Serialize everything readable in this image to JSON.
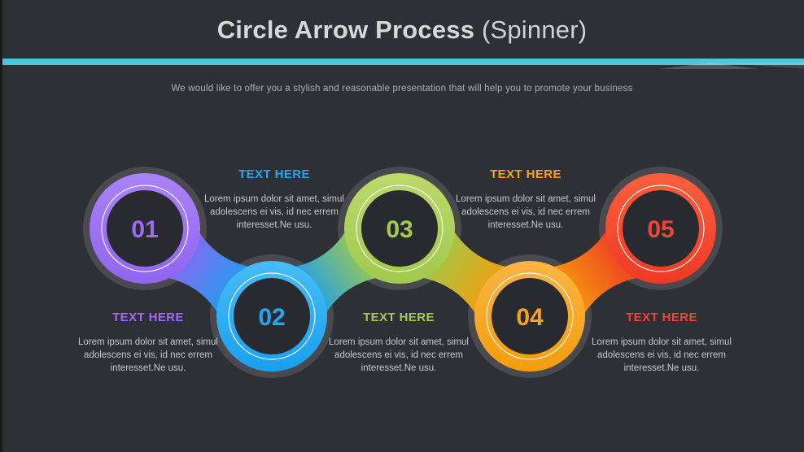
{
  "header": {
    "title_bold": "Circle Arrow Process",
    "title_light": " (Spinner)",
    "subtitle": "We would like to offer you a stylish and reasonable presentation that will help you to promote your business",
    "accent_bar_color": "#4cc7d8"
  },
  "steps": [
    {
      "number": "01",
      "label": "TEXT HERE",
      "body": "Lorem ipsum dolor sit amet, simul adolescens ei vis, id nec errem interesset.Ne usu.",
      "color": "#9065ef",
      "color_light": "#a983f9",
      "label_color": "#9b6df2",
      "position": "top"
    },
    {
      "number": "02",
      "label": "TEXT HERE",
      "body": "Lorem ipsum dolor sit amet, simul adolescens ei vis, id nec errem interesset.Ne usu.",
      "color": "#1b9fee",
      "color_light": "#47bdf6",
      "label_color": "#21a7ef",
      "position": "bottom"
    },
    {
      "number": "03",
      "label": "TEXT HERE",
      "body": "Lorem ipsum dolor sit amet, simul adolescens ei vis, id nec errem interesset.Ne usu.",
      "color": "#a0c94c",
      "color_light": "#bcd96c",
      "label_color": "#a4cb4e",
      "position": "top"
    },
    {
      "number": "04",
      "label": "TEXT HERE",
      "body": "Lorem ipsum dolor sit amet, simul adolescens ei vis, id nec errem interesset.Ne usu.",
      "color": "#f49d0c",
      "color_light": "#f9b544",
      "label_color": "#f6a21c",
      "position": "bottom"
    },
    {
      "number": "05",
      "label": "TEXT HERE",
      "body": "Lorem ipsum dolor sit amet, simul adolescens ei vis, id nec errem interesset.Ne usu.",
      "color": "#ee3a25",
      "color_light": "#f9603e",
      "label_color": "#f14434",
      "position": "top"
    }
  ],
  "colors": {
    "background": "#2f3035",
    "circle_inner": "#292a2f",
    "ring_border": "#49494e",
    "white_ring": "rgba(255,255,255,0.9)"
  }
}
